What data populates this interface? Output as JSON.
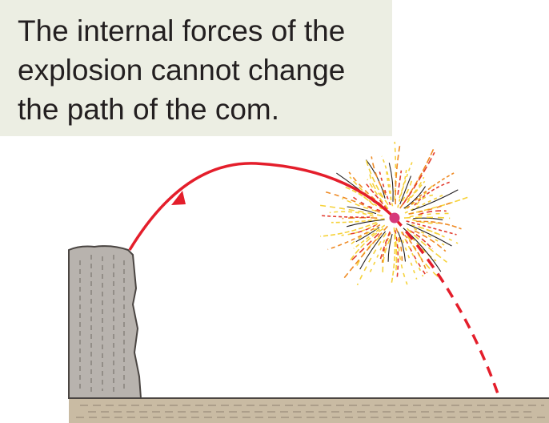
{
  "caption": {
    "lines": [
      "The internal forces of the",
      "explosion cannot change",
      "the path of the com."
    ]
  },
  "colors": {
    "caption_bg": "#eceee3",
    "caption_text": "#231f20",
    "trajectory": "#e41e2b",
    "com_dot": "#d63a7a",
    "cliff_fill": "#b8b3ae",
    "cliff_stroke": "#4a4542",
    "ground_fill": "#c9bba3",
    "ground_stroke": "#4a4542",
    "burst_black": "#231f20",
    "burst_yellow": "#f6d23a",
    "burst_orange": "#ef8a24",
    "burst_red": "#e23b2e"
  }
}
